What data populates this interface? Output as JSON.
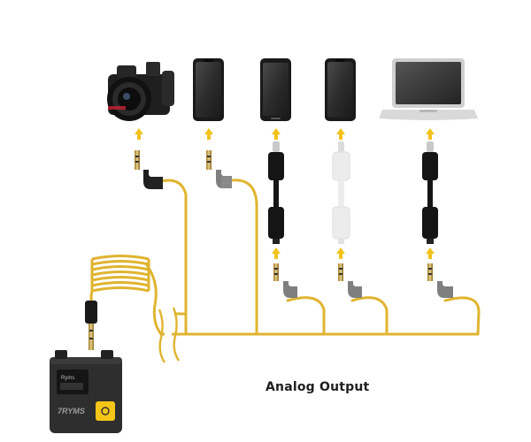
{
  "caption": "Analog Output",
  "devices": [
    {
      "id": "camera",
      "name": "dslr-camera"
    },
    {
      "id": "phone-1",
      "name": "smartphone-1"
    },
    {
      "id": "phone-2",
      "name": "smartphone-2"
    },
    {
      "id": "phone-3",
      "name": "smartphone-3"
    },
    {
      "id": "laptop",
      "name": "laptop"
    }
  ],
  "receiver": {
    "brand": "7RYMS",
    "screen_label": "Ryms"
  },
  "colors": {
    "cable": "#e0b430",
    "cable_dark": "#c99a1c",
    "adapter_black": "#151515",
    "adapter_white": "#ececec",
    "plug_grey": "#8a8a8a",
    "arrow": "#f2c21b",
    "device_dark": "#2b2b2b",
    "receiver_body": "#2e2e2e",
    "receiver_button": "#f5c518"
  }
}
